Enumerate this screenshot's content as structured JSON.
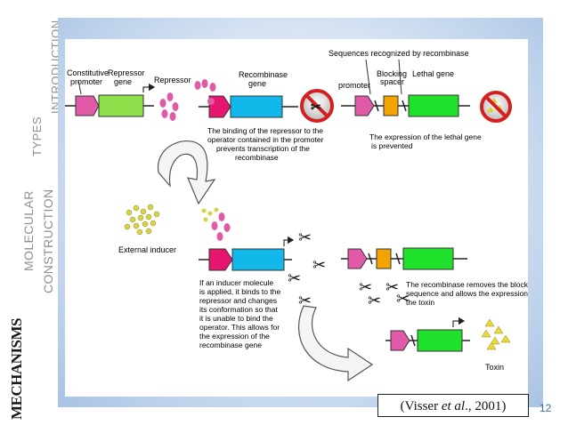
{
  "slide": {
    "side_labels": {
      "types": "TYPES",
      "introduction": "INTRODUCTION",
      "molecular": "MOLECULAR",
      "construction": "CONSTRUCTION",
      "mechanisms": "MECHANISMS"
    },
    "citation_pre": "(Visser ",
    "citation_italic": "et al",
    "citation_post": "., 2001)",
    "page_number": "12"
  },
  "diagram": {
    "top_left": {
      "constitutive_promoter": [
        "Constitutive",
        "promoter"
      ],
      "repressor_gene": [
        "Repressor",
        "gene"
      ],
      "repressor": "Repressor",
      "recombinase_gene": [
        "Recombinase",
        "gene"
      ],
      "binding_text": [
        "The binding of the repressor to the",
        "operator contained in the promoter",
        "prevents transcription of the",
        "recombinase"
      ]
    },
    "top_right": {
      "sequences_label": "Sequences recognized by recombinase",
      "promoter": "promoter",
      "blocking_spacer": [
        "Blocking",
        "spacer"
      ],
      "lethal_gene": "Lethal gene",
      "expression_text": [
        "The expression of the lethal gene",
        "is prevented"
      ]
    },
    "middle": {
      "external_inducer": "External inducer"
    },
    "bottom": {
      "inducer_text": [
        "If an inducer molecule",
        "is applied, it binds to the",
        "repressor and changes",
        "its conformation so that",
        "it is unable to bind the",
        "operator. This allows for",
        "the expression of the",
        "recombinase gene"
      ],
      "recombinase_text": [
        "The recombinase removes the blocking",
        "sequence and allows the expression of",
        "the toxin"
      ],
      "toxin": "Toxin"
    },
    "colors": {
      "promoter": "#e15aa8",
      "repressor_gene": "#8fe04a",
      "recombinase": "#12b8ea",
      "spacer": "#f5a300",
      "lethal": "#1fe02a",
      "repressor_dots": "#e05aa8",
      "inducer_dots": "#d8d246",
      "prohibited": "#d42020"
    }
  }
}
